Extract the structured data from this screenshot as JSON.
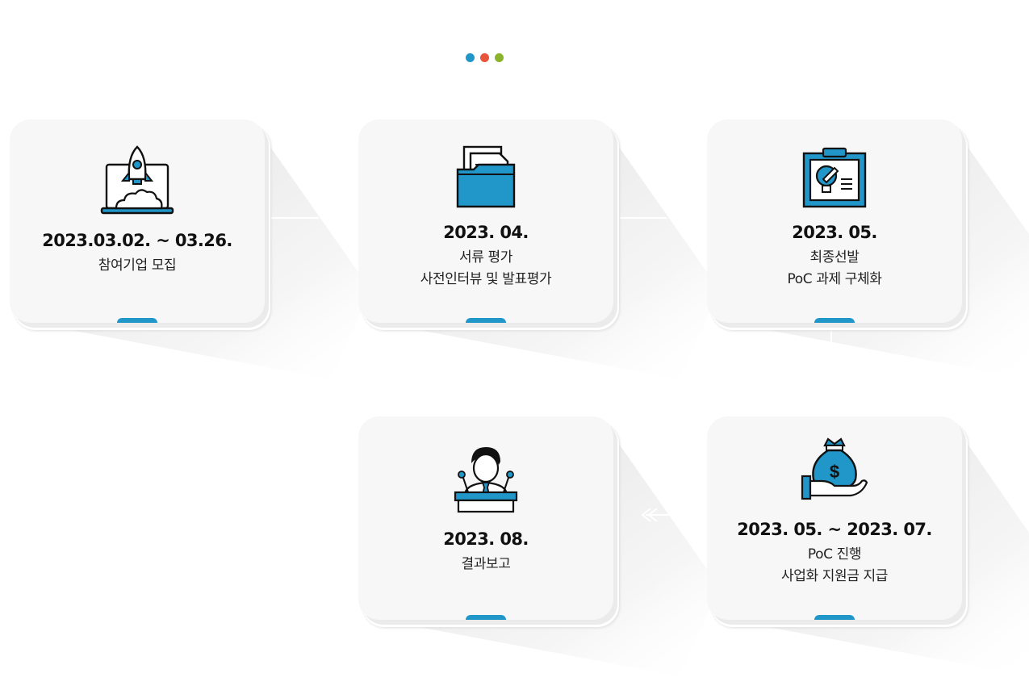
{
  "colors": {
    "accent": "#2196c9",
    "dot_blue": "#2196c9",
    "dot_red": "#e8553a",
    "dot_green": "#8bb42c"
  },
  "steps": [
    {
      "icon": "rocket-laptop-icon",
      "date": "2023.03.02. ~ 03.26.",
      "lines": [
        "참여기업 모집"
      ]
    },
    {
      "icon": "document-folder-icon",
      "date": "2023. 04.",
      "lines": [
        "서류 평가",
        "사전인터뷰 및 발표평가"
      ]
    },
    {
      "icon": "idea-clipboard-icon",
      "date": "2023. 05.",
      "lines": [
        "최종선발",
        "PoC 과제 구체화"
      ]
    },
    {
      "icon": "money-bag-hand-icon",
      "date": "2023. 05. ~ 2023. 07.",
      "lines": [
        "PoC 진행",
        "사업화 지원금 지급"
      ]
    },
    {
      "icon": "speaker-podium-icon",
      "date": "2023. 08.",
      "lines": [
        "결과보고"
      ]
    }
  ]
}
